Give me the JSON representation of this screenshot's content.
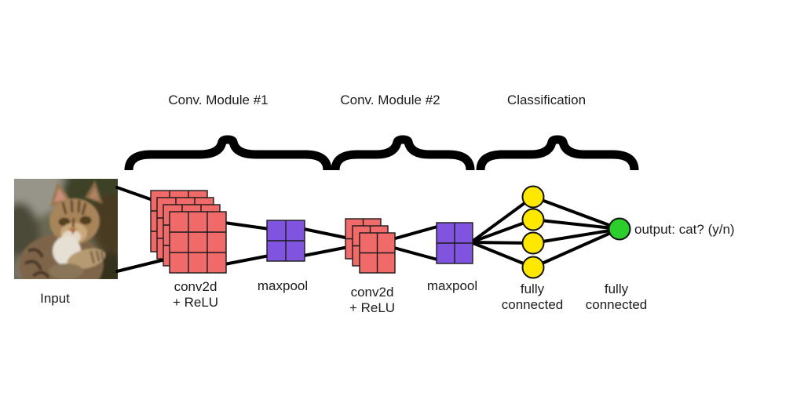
{
  "labels": {
    "module1": "Conv. Module #1",
    "module2": "Conv. Module #2",
    "classification": "Classification",
    "input": "Input",
    "conv1_l1": "conv2d",
    "conv1_l2": "+ ReLU",
    "maxpool1": "maxpool",
    "conv2_l1": "conv2d",
    "conv2_l2": "+ ReLU",
    "maxpool2": "maxpool",
    "fc1_l1": "fully",
    "fc1_l2": "connected",
    "fc2_l1": "fully",
    "fc2_l2": "connected",
    "output": "output: cat? (y/n)"
  },
  "colors": {
    "conv_layer": "#F16A6A",
    "maxpool_layer": "#8154DF",
    "hidden_neuron": "#FFE800",
    "output_neuron": "#2BCE2B",
    "connection": "#000000",
    "brace": "#000000"
  },
  "architecture": {
    "conv1_feature_maps": 4,
    "conv1_grid": "3x3",
    "maxpool_grid": "2x2",
    "conv2_feature_maps": 3,
    "conv2_grid": "2x2",
    "fc_hidden_neurons": 4,
    "output_neurons": 1
  }
}
